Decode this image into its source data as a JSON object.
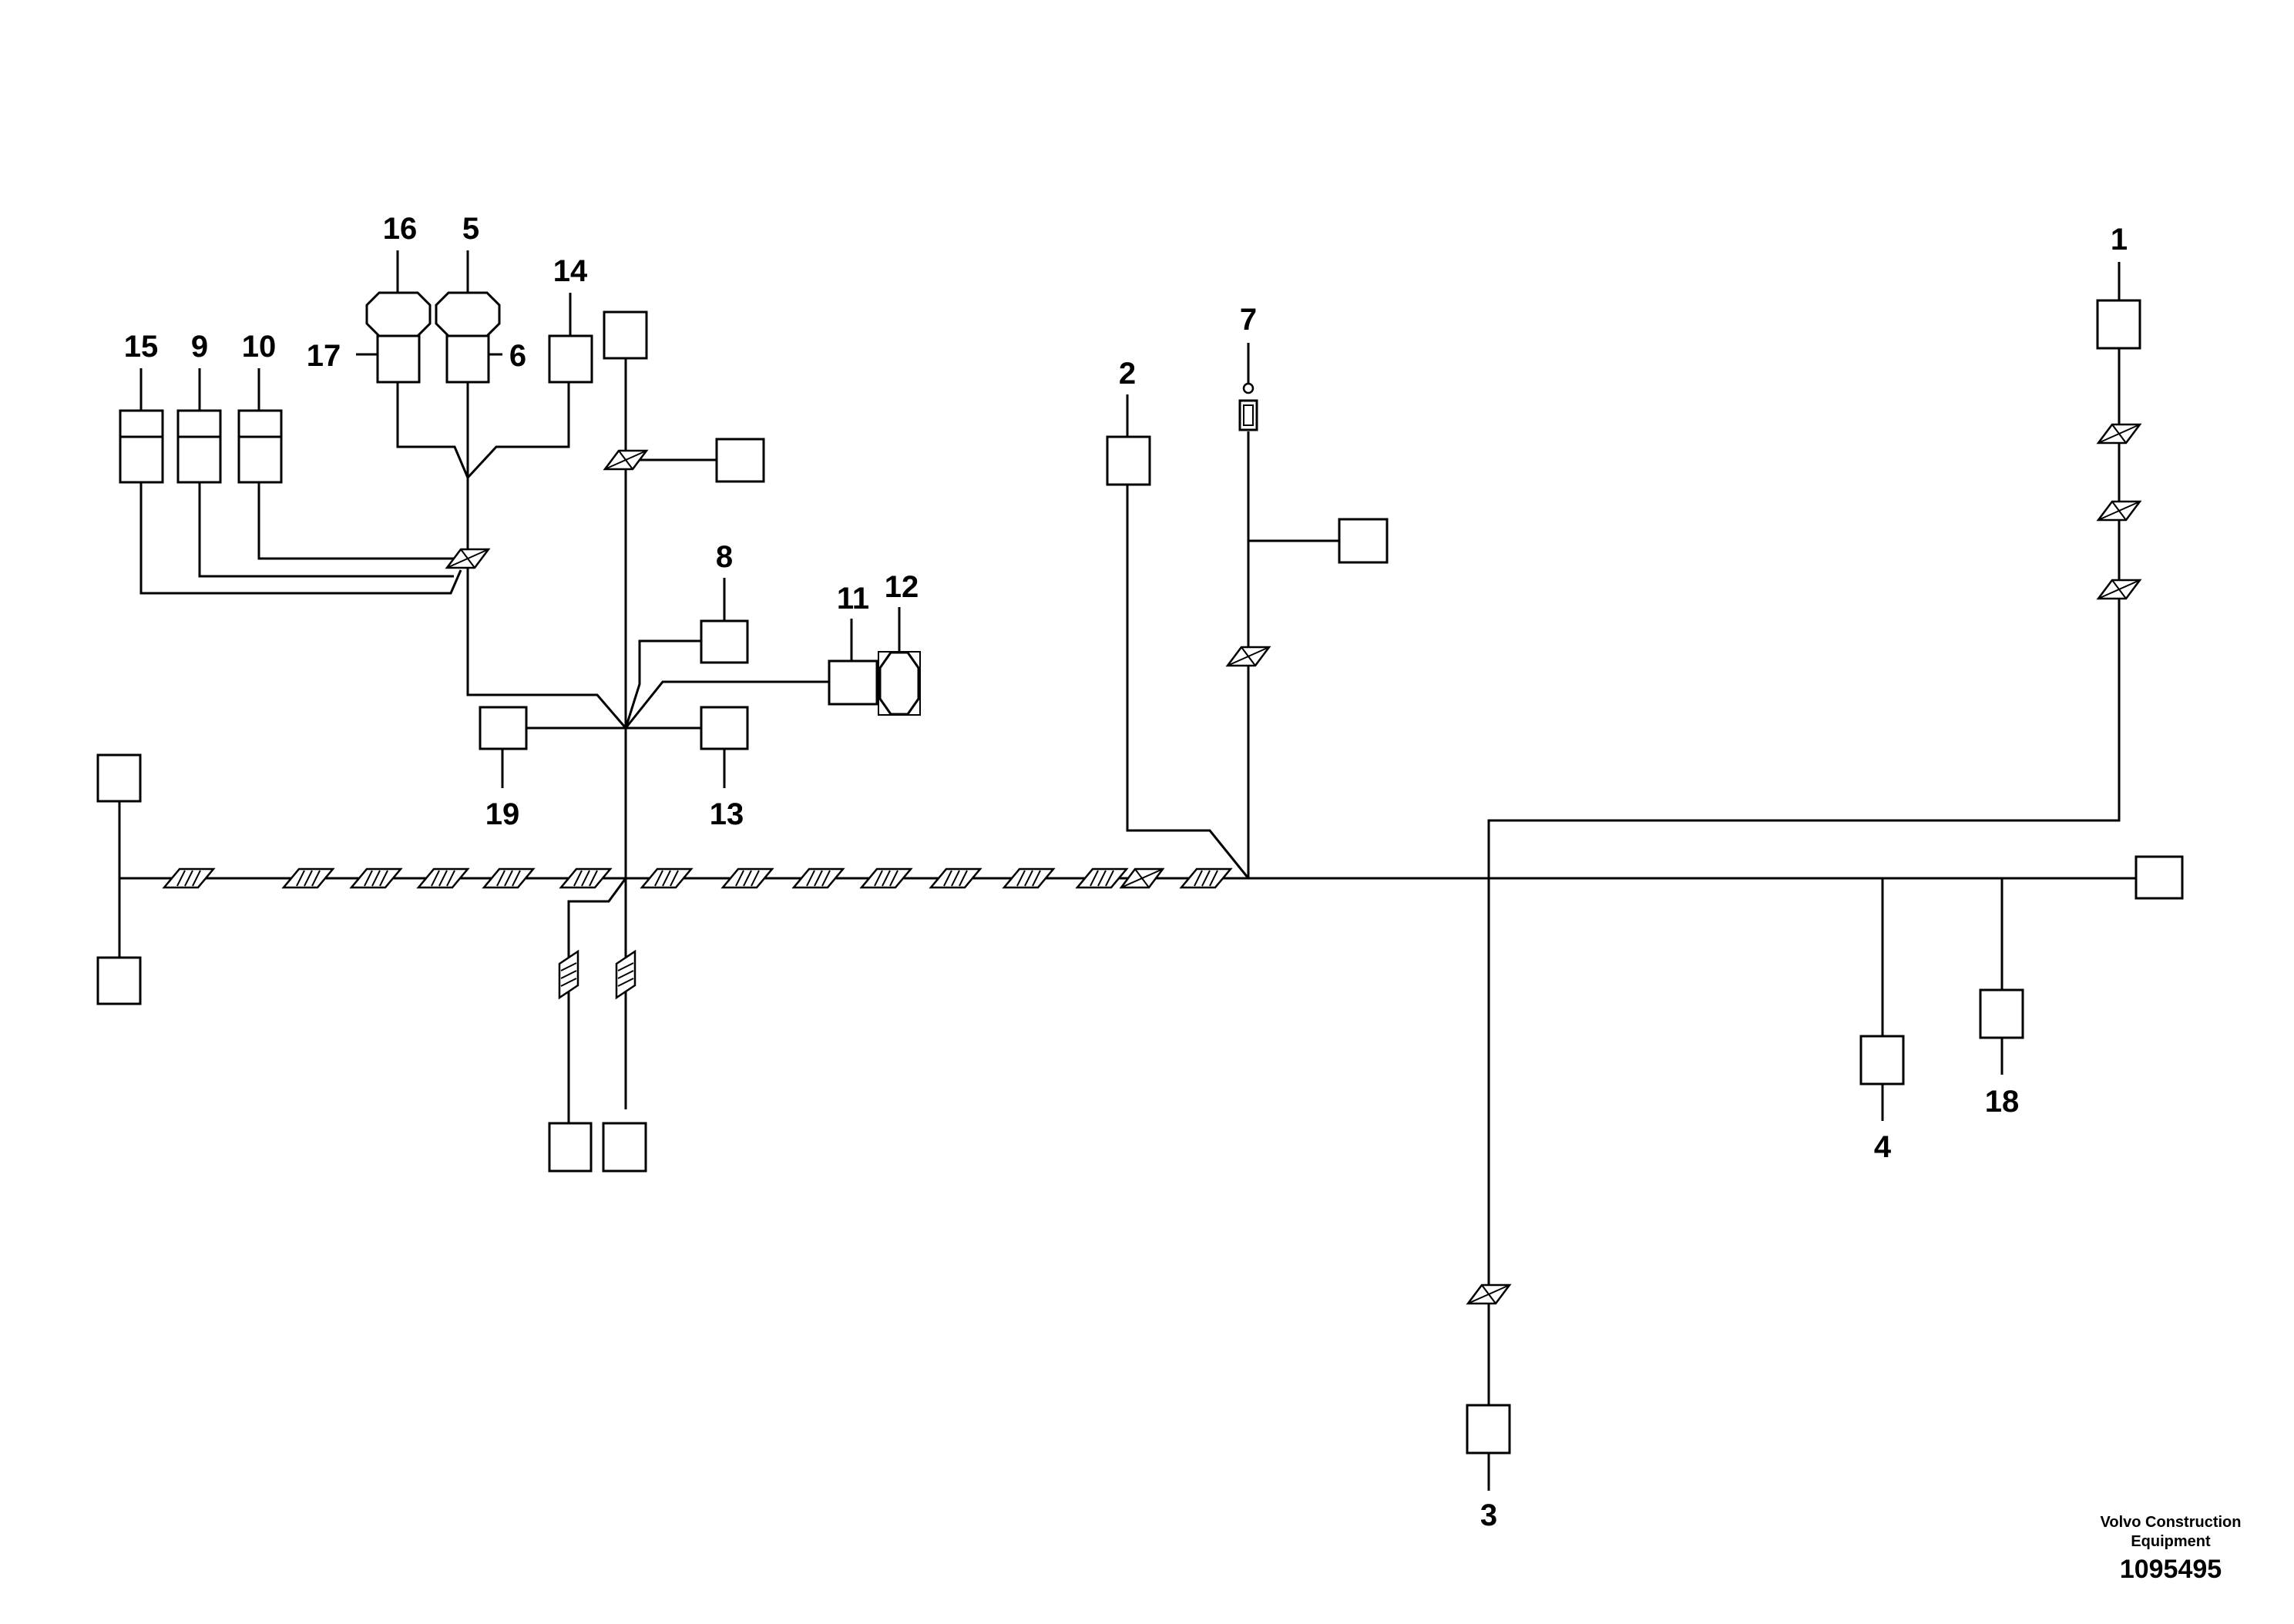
{
  "callouts": [
    "1",
    "2",
    "3",
    "4",
    "5",
    "6",
    "7",
    "8",
    "9",
    "10",
    "11",
    "12",
    "13",
    "14",
    "15",
    "16",
    "17",
    "18",
    "19"
  ],
  "footer": {
    "credit_line1": "Volvo Construction",
    "credit_line2": "Equipment",
    "part_number": "1095495"
  }
}
